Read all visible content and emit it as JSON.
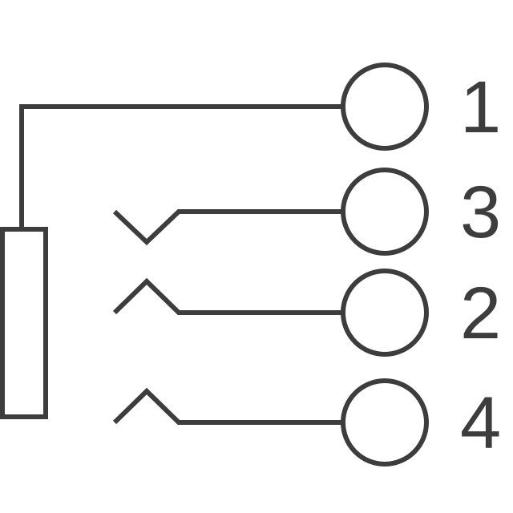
{
  "colors": {
    "stroke": "#3d3d3d",
    "label": "#3d3d3d",
    "background": "#ffffff"
  },
  "pins": [
    {
      "label": "1",
      "contact": "direct"
    },
    {
      "label": "3",
      "contact": "spring-down"
    },
    {
      "label": "2",
      "contact": "spring-up"
    },
    {
      "label": "4",
      "contact": "spring-up"
    }
  ]
}
